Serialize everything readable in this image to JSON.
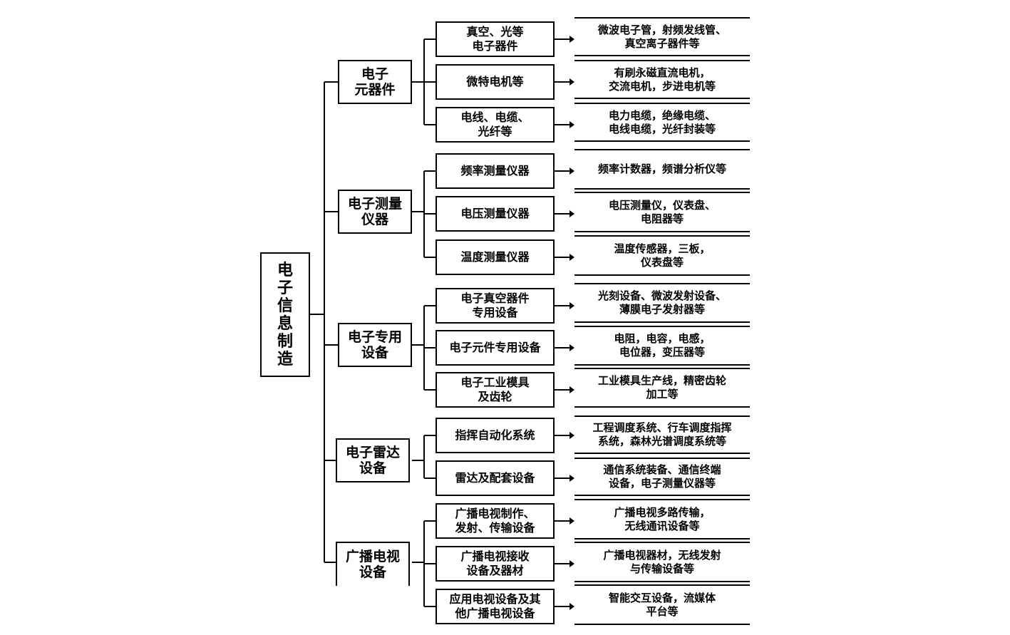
{
  "root": {
    "lines": [
      "电",
      "子",
      "信",
      "息",
      "制",
      "造"
    ]
  },
  "categories": [
    {
      "lines": [
        "电子",
        "元器件"
      ],
      "items": [
        {
          "lines": [
            "真空、光等",
            "电子器件"
          ],
          "desc": [
            "微波电子管，射频发线管、",
            "真空离子器件等"
          ]
        },
        {
          "lines": [
            "微特电机等"
          ],
          "desc": [
            "有刷永磁直流电机，",
            "交流电机，步进电机等"
          ]
        },
        {
          "lines": [
            "电线、电缆、",
            "光纤等"
          ],
          "desc": [
            "电力电缆，绝缘电缆、",
            "电线电缆，光纤封装等"
          ]
        }
      ]
    },
    {
      "lines": [
        "电子测量",
        "仪器"
      ],
      "items": [
        {
          "lines": [
            "频率测量仪器"
          ],
          "desc": [
            "频率计数器，频谱分析仪等"
          ]
        },
        {
          "lines": [
            "电压测量仪器"
          ],
          "desc": [
            "电压测量仪，仪表盘、",
            "电阻器等"
          ]
        },
        {
          "lines": [
            "温度测量仪器"
          ],
          "desc": [
            "温度传感器，三板，",
            "仪表盘等"
          ]
        }
      ]
    },
    {
      "lines": [
        "电子专用",
        "设备"
      ],
      "items": [
        {
          "lines": [
            "电子真空器件",
            "专用设备"
          ],
          "desc": [
            "光刻设备、微波发射设备、",
            "薄膜电子发射器等"
          ]
        },
        {
          "lines": [
            "电子元件专用设备"
          ],
          "desc": [
            "电阻，电容，电感，",
            "电位器，变压器等"
          ]
        },
        {
          "lines": [
            "电子工业模具",
            "及齿轮"
          ],
          "desc": [
            "工业模具生产线，精密齿轮",
            "加工等"
          ]
        }
      ]
    },
    {
      "lines": [
        "电子雷达",
        "设备"
      ],
      "items": [
        {
          "lines": [
            "指挥自动化系统"
          ],
          "desc": [
            "工程调度系统、行车调度指挥",
            "系统，森林光谱调度系统等"
          ]
        },
        {
          "lines": [
            "雷达及配套设备"
          ],
          "desc": [
            "通信系统装备、通信终端",
            "设备，电子测量仪器等"
          ]
        }
      ]
    },
    {
      "lines": [
        "广播电视",
        "设备"
      ],
      "items": [
        {
          "lines": [
            "广播电视制作、",
            "发射、传输设备"
          ],
          "desc": [
            "广播电视多路传输，",
            "无线通讯设备等"
          ]
        },
        {
          "lines": [
            "广播电视接收",
            "设备及器材"
          ],
          "desc": [
            "广播电视器材，无线发射",
            "与传输设备等"
          ]
        },
        {
          "lines": [
            "应用电视设备及其",
            "他广播电视设备"
          ],
          "desc": [
            "智能交互设备，流媒体",
            "平台等"
          ]
        }
      ]
    }
  ]
}
